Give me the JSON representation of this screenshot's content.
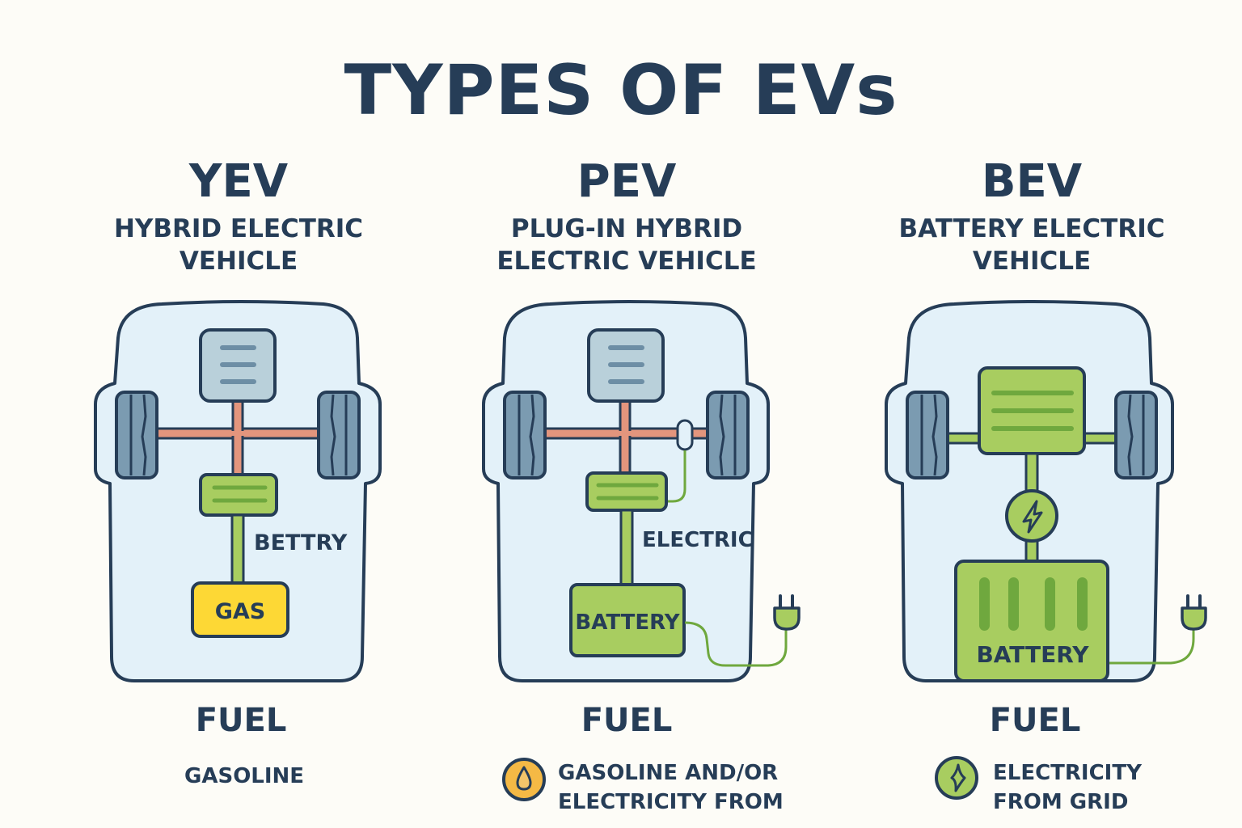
{
  "page": {
    "title": "TYPES OF EVs"
  },
  "columns": [
    {
      "abbr": "YEV",
      "full_line1": "HYBRID ELECTRIC",
      "full_line2": "VEHICLE",
      "diagram": {
        "label_middle": "BETTRY",
        "label_box": "GAS"
      },
      "fuel_heading": "FUEL",
      "fuel_icon": "none",
      "fuel_line1": "GASOLINE",
      "fuel_line2": ""
    },
    {
      "abbr": "PEV",
      "full_line1": "PLUG-IN HYBRID",
      "full_line2": "ELECTRIC VEHICLE",
      "diagram": {
        "label_middle": "ELECTRIC",
        "label_box": "BATTERY"
      },
      "fuel_heading": "FUEL",
      "fuel_icon": "fuel-drop-icon",
      "fuel_line1": "GASOLINE AND/OR",
      "fuel_line2": "ELECTRICITY FROM"
    },
    {
      "abbr": "BEV",
      "full_line1": "BATTERY ELECTRIC",
      "full_line2": "VEHICLE",
      "diagram": {
        "label_box": "BATTERY"
      },
      "fuel_heading": "FUEL",
      "fuel_icon": "lightning-bolt-icon",
      "fuel_line1": "ELECTRICITY",
      "fuel_line2": "FROM GRID"
    }
  ],
  "colors": {
    "ink": "#263d57",
    "background": "#fdfcf7",
    "car_body": "#e3f1f9",
    "engine": "#b9d0da",
    "tire": "#7b9bb1",
    "axle_mechanical": "#e3957d",
    "green": "#a8cd60",
    "green_dark": "#6fa83e",
    "gas_yellow": "#fdd835",
    "drop_orange": "#f5b945"
  }
}
